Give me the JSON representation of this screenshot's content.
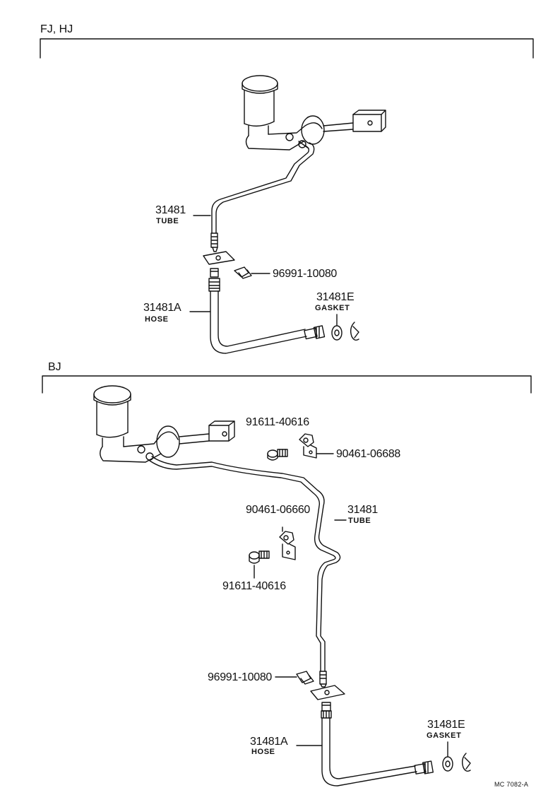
{
  "sections": {
    "top": {
      "title": "FJ, HJ",
      "tube": {
        "number": "31481",
        "name": "TUBE"
      },
      "clip": {
        "number": "96991-10080"
      },
      "hose": {
        "number": "31481A",
        "name": "HOSE"
      },
      "gasket": {
        "number": "31481E",
        "name": "GASKET"
      }
    },
    "bottom": {
      "title": "BJ",
      "bolt_upper": {
        "number": "91611-40616"
      },
      "clamp_upper": {
        "number": "90461-06688"
      },
      "clamp_lower": {
        "number": "90461-06660"
      },
      "tube": {
        "number": "31481",
        "name": "TUBE"
      },
      "bolt_lower": {
        "number": "91611-40616"
      },
      "clip": {
        "number": "96991-10080"
      },
      "hose": {
        "number": "31481A",
        "name": "HOSE"
      },
      "gasket": {
        "number": "31481E",
        "name": "GASKET"
      }
    }
  },
  "footer": {
    "code": "MC 7082-A"
  }
}
